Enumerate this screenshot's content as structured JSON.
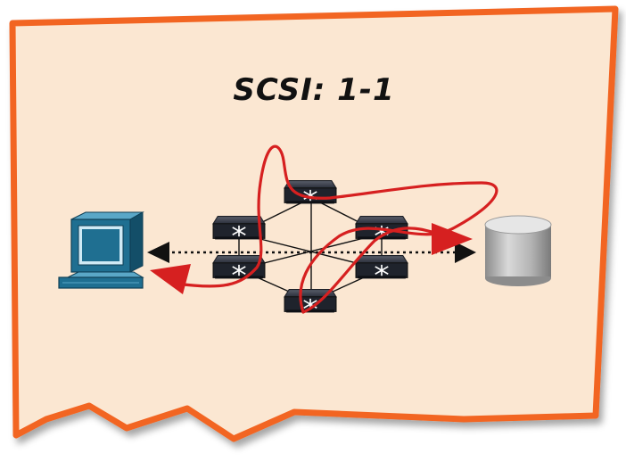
{
  "slide": {
    "title": "SCSI: 1-1",
    "background_color": "#fbe7d2",
    "border_color": "#f26522"
  },
  "nodes": {
    "host": {
      "icon": "computer-icon",
      "color": "#1f6f91"
    },
    "storage": {
      "icon": "storage-cylinder-icon",
      "color": "#a6a6a6"
    },
    "switches": {
      "icon": "network-switch-icon",
      "count": 6,
      "color": "#2b2f3a"
    }
  },
  "links": {
    "direct_path": {
      "style": "dotted",
      "arrowheads": "both",
      "color": "#111111"
    },
    "routed_path": {
      "style": "curve",
      "arrowheads": "both",
      "color": "#d62020"
    }
  }
}
